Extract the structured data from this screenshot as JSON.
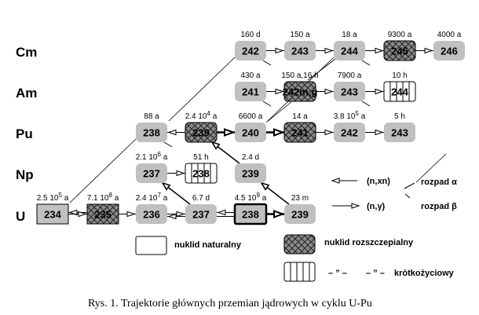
{
  "elements": [
    {
      "symbol": "Cm",
      "row": 0
    },
    {
      "symbol": "Am",
      "row": 1
    },
    {
      "symbol": "Pu",
      "row": 2
    },
    {
      "symbol": "Np",
      "row": 3
    },
    {
      "symbol": "U",
      "row": 4
    }
  ],
  "nuclides": [
    {
      "id": "cm242",
      "element": "Cm",
      "mass": "242",
      "halflife": "160 d",
      "type": "normal",
      "col": 4
    },
    {
      "id": "cm243",
      "element": "Cm",
      "mass": "243",
      "halflife": "150 a",
      "type": "normal",
      "col": 5
    },
    {
      "id": "cm244",
      "element": "Cm",
      "mass": "244",
      "halflife": "18 a",
      "type": "normal",
      "col": 6
    },
    {
      "id": "cm245",
      "element": "Cm",
      "mass": "245",
      "halflife": "9300 a",
      "type": "fissile",
      "col": 7
    },
    {
      "id": "cm246",
      "element": "Cm",
      "mass": "246",
      "halflife": "4000 a",
      "type": "normal",
      "col": 8
    },
    {
      "id": "am241",
      "element": "Am",
      "mass": "241",
      "halflife": "430 a",
      "type": "normal",
      "col": 4
    },
    {
      "id": "am242",
      "element": "Am",
      "mass": "242m,g",
      "halflife": "150 a,16 h",
      "type": "fissile",
      "col": 5
    },
    {
      "id": "am243",
      "element": "Am",
      "mass": "243",
      "halflife": "7900 a",
      "type": "normal",
      "col": 6
    },
    {
      "id": "am244",
      "element": "Am",
      "mass": "244",
      "halflife": "10 h",
      "type": "shortlived",
      "col": 7
    },
    {
      "id": "pu238",
      "element": "Pu",
      "mass": "238",
      "halflife": "88 a",
      "type": "normal",
      "col": 2
    },
    {
      "id": "pu239",
      "element": "Pu",
      "mass": "239",
      "halflife": "2.4 10^4 a",
      "type": "fissile",
      "col": 3
    },
    {
      "id": "pu240",
      "element": "Pu",
      "mass": "240",
      "halflife": "6600 a",
      "type": "normal",
      "col": 4
    },
    {
      "id": "pu241",
      "element": "Pu",
      "mass": "241",
      "halflife": "14 a",
      "type": "fissile",
      "col": 5
    },
    {
      "id": "pu242",
      "element": "Pu",
      "mass": "242",
      "halflife": "3.8 10^5 a",
      "type": "normal",
      "col": 6
    },
    {
      "id": "pu243",
      "element": "Pu",
      "mass": "243",
      "halflife": "5 h",
      "type": "normal",
      "col": 7
    },
    {
      "id": "np237",
      "element": "Np",
      "mass": "237",
      "halflife": "2.1 10^6 a",
      "type": "normal",
      "col": 2
    },
    {
      "id": "np238",
      "element": "Np",
      "mass": "238",
      "halflife": "51 h",
      "type": "shortlived",
      "col": 3
    },
    {
      "id": "np239",
      "element": "Np",
      "mass": "239",
      "halflife": "2.4 d",
      "type": "normal",
      "col": 4
    },
    {
      "id": "u234",
      "element": "U",
      "mass": "234",
      "halflife": "2.5 10^5 a",
      "type": "natural",
      "col": 0
    },
    {
      "id": "u235",
      "element": "U",
      "mass": "235",
      "halflife": "7.1 10^8 a",
      "type": "fissile-natural",
      "col": 1
    },
    {
      "id": "u236",
      "element": "U",
      "mass": "236",
      "halflife": "2.4 10^7 a",
      "type": "normal",
      "col": 2
    },
    {
      "id": "u237",
      "element": "U",
      "mass": "237",
      "halflife": "6.7 d",
      "type": "normal",
      "col": 3
    },
    {
      "id": "u238",
      "element": "U",
      "mass": "238",
      "halflife": "4.5 10^9 a",
      "type": "natural-bold",
      "col": 4
    },
    {
      "id": "u239",
      "element": "U",
      "mass": "239",
      "halflife": "23 m",
      "type": "normal",
      "col": 5
    }
  ],
  "halflife_display": {
    "pu239": {
      "base": "2.4 10",
      "exp": "4",
      "unit": " a"
    },
    "pu242": {
      "base": "3.8 10",
      "exp": "5",
      "unit": " a"
    },
    "np237": {
      "base": "2.1 10",
      "exp": "6",
      "unit": " a"
    },
    "u234": {
      "base": "2.5 10",
      "exp": "5",
      "unit": " a"
    },
    "u235": {
      "base": "7.1 10",
      "exp": "8",
      "unit": " a"
    },
    "u236": {
      "base": "2.4 10",
      "exp": "7",
      "unit": " a"
    },
    "u238": {
      "base": "4.5 10",
      "exp": "9",
      "unit": " a"
    }
  },
  "legend": {
    "n_xn": "(n,xn)",
    "n_gamma": "(n,γ)",
    "alpha_decay": "rozpad α",
    "beta_decay": "rozpad β",
    "natural": "nuklid naturalny",
    "fissile": "nuklid  rozszczepialny",
    "ditto1": "– ” –",
    "ditto2": "– ” –",
    "shortlived": "krótkożyciowy"
  },
  "caption": "Rys. 1. Trajektorie głównych przemian jądrowych w cyklu U-Pu",
  "colors": {
    "node_fill": "#c0c0c0",
    "fissile_fill": "#808080",
    "line": "#000000"
  }
}
